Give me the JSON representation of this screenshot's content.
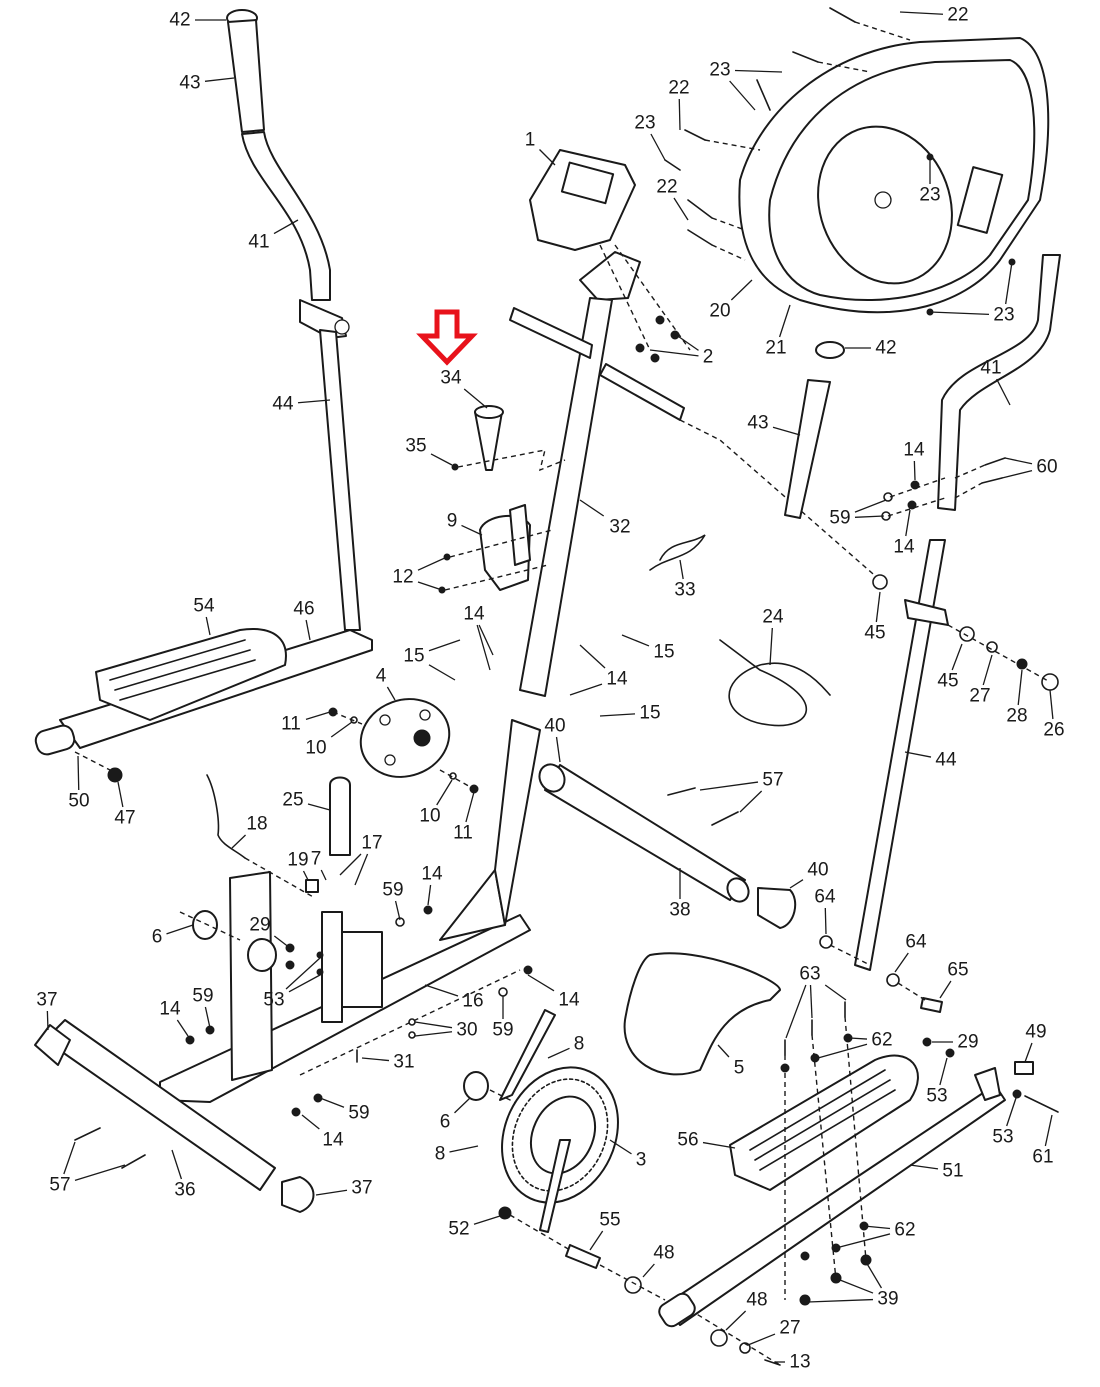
{
  "diagram": {
    "title": "Elliptical trainer exploded parts diagram",
    "highlight": {
      "part": "34",
      "marker": "down-arrow",
      "color": "#e8121b"
    },
    "label_color": "#1a1a1a",
    "parts": [
      {
        "id": "display-console",
        "label": "1"
      },
      {
        "id": "console-screws",
        "label": "2"
      },
      {
        "id": "flywheel-crank",
        "label": "3"
      },
      {
        "id": "resistance-wheel",
        "label": "4"
      },
      {
        "id": "drive-belt",
        "label": "5"
      },
      {
        "id": "idler-wheel-left",
        "label": "6"
      },
      {
        "id": "idler-wheel-right",
        "label": "6"
      },
      {
        "id": "bracket-screw-7",
        "label": "7"
      },
      {
        "id": "crank-screw-upper",
        "label": "8"
      },
      {
        "id": "crank-screw-lower",
        "label": "8"
      },
      {
        "id": "water-bottle-holder",
        "label": "9"
      },
      {
        "id": "washer-10-upper",
        "label": "10"
      },
      {
        "id": "washer-10-lower",
        "label": "10"
      },
      {
        "id": "nut-11-upper",
        "label": "11"
      },
      {
        "id": "nut-11-lower",
        "label": "11"
      },
      {
        "id": "holder-screws",
        "label": "12"
      },
      {
        "id": "bolt-13",
        "label": "13"
      },
      {
        "id": "washer-14-upright-left",
        "label": "14"
      },
      {
        "id": "washer-14-upright-right",
        "label": "14"
      },
      {
        "id": "washer-14-arm-upper",
        "label": "14"
      },
      {
        "id": "washer-14-arm-lower",
        "label": "14"
      },
      {
        "id": "washer-14-frame",
        "label": "14"
      },
      {
        "id": "washer-14-frame-right",
        "label": "14"
      },
      {
        "id": "washer-14-stabilizer",
        "label": "14"
      },
      {
        "id": "washer-14-rear",
        "label": "14"
      },
      {
        "id": "bolts-15-left",
        "label": "15"
      },
      {
        "id": "bolt-15-right-upper",
        "label": "15"
      },
      {
        "id": "bolt-15-right-lower",
        "label": "15"
      },
      {
        "id": "base-frame",
        "label": "16"
      },
      {
        "id": "bracket-screws-17",
        "label": "17"
      },
      {
        "id": "reed-switch-wire",
        "label": "18"
      },
      {
        "id": "reed-switch",
        "label": "19"
      },
      {
        "id": "left-shield",
        "label": "20"
      },
      {
        "id": "right-shield",
        "label": "21"
      },
      {
        "id": "shield-screw-22-top",
        "label": "22"
      },
      {
        "id": "shield-screws-22-pair",
        "label": "22"
      },
      {
        "id": "shield-screw-22-mid",
        "label": "22"
      },
      {
        "id": "shield-screw-22-low",
        "label": "22"
      },
      {
        "id": "shield-screws-23-pair",
        "label": "23"
      },
      {
        "id": "shield-screw-23-left",
        "label": "23"
      },
      {
        "id": "shield-screw-23-center",
        "label": "23"
      },
      {
        "id": "shield-screws-23-bottom",
        "label": "23"
      },
      {
        "id": "resistance-cable",
        "label": "24"
      },
      {
        "id": "resistance-bracket",
        "label": "25"
      },
      {
        "id": "end-cap-26",
        "label": "26"
      },
      {
        "id": "washer-27-arm",
        "label": "27"
      },
      {
        "id": "washer-27-pedal",
        "label": "27"
      },
      {
        "id": "bolt-28",
        "label": "28"
      },
      {
        "id": "nut-29-frame",
        "label": "29"
      },
      {
        "id": "nut-29-pedal",
        "label": "29"
      },
      {
        "id": "screws-30",
        "label": "30"
      },
      {
        "id": "pin-31",
        "label": "31"
      },
      {
        "id": "upright",
        "label": "32"
      },
      {
        "id": "pulse-wire",
        "label": "33"
      },
      {
        "id": "water-bottle",
        "label": "34"
      },
      {
        "id": "screw-35",
        "label": "35"
      },
      {
        "id": "rear-stabilizer",
        "label": "36"
      },
      {
        "id": "rear-cap-left",
        "label": "37"
      },
      {
        "id": "rear-cap-right",
        "label": "37"
      },
      {
        "id": "front-stabilizer",
        "label": "38"
      },
      {
        "id": "pedal-nuts-39",
        "label": "39"
      },
      {
        "id": "front-cap-left",
        "label": "40"
      },
      {
        "id": "front-cap-right",
        "label": "40"
      },
      {
        "id": "upper-arm-left",
        "label": "41"
      },
      {
        "id": "upper-arm-right",
        "label": "41"
      },
      {
        "id": "arm-cap-left",
        "label": "42"
      },
      {
        "id": "arm-cap-right",
        "label": "42"
      },
      {
        "id": "grip-left",
        "label": "43"
      },
      {
        "id": "grip-right",
        "label": "43"
      },
      {
        "id": "lower-arm-left",
        "label": "44"
      },
      {
        "id": "lower-arm-right",
        "label": "44"
      },
      {
        "id": "bushing-45-left",
        "label": "45"
      },
      {
        "id": "bushing-45-right",
        "label": "45"
      },
      {
        "id": "pedal-arm-left",
        "label": "46"
      },
      {
        "id": "nut-47",
        "label": "47"
      },
      {
        "id": "bushing-48-upper",
        "label": "48"
      },
      {
        "id": "bushing-48-lower",
        "label": "48"
      },
      {
        "id": "bumper-49",
        "label": "49"
      },
      {
        "id": "axle-50",
        "label": "50"
      },
      {
        "id": "pedal-arm-right",
        "label": "51"
      },
      {
        "id": "nut-52",
        "label": "52"
      },
      {
        "id": "nuts-53-frame",
        "label": "53"
      },
      {
        "id": "nut-53-pedal-left",
        "label": "53"
      },
      {
        "id": "nut-53-pedal-right",
        "label": "53"
      },
      {
        "id": "left-pedal",
        "label": "54"
      },
      {
        "id": "crank-axle-55",
        "label": "55"
      },
      {
        "id": "right-pedal",
        "label": "56"
      },
      {
        "id": "bolts-57-rear",
        "label": "57"
      },
      {
        "id": "bolts-57-front",
        "label": "57"
      },
      {
        "id": "nut-59-arm",
        "label": "59"
      },
      {
        "id": "nut-59-upright",
        "label": "59"
      },
      {
        "id": "nut-59-stabilizer",
        "label": "59"
      },
      {
        "id": "nut-59-frame",
        "label": "59"
      },
      {
        "id": "nut-59-rear",
        "label": "59"
      },
      {
        "id": "bolts-60",
        "label": "60"
      },
      {
        "id": "bolt-61",
        "label": "61"
      },
      {
        "id": "washers-62-upper",
        "label": "62"
      },
      {
        "id": "washers-62-lower",
        "label": "62"
      },
      {
        "id": "pedal-screws-63",
        "label": "63"
      },
      {
        "id": "bushing-64-left",
        "label": "64"
      },
      {
        "id": "bushing-64-right",
        "label": "64"
      },
      {
        "id": "axle-65",
        "label": "65"
      }
    ]
  }
}
